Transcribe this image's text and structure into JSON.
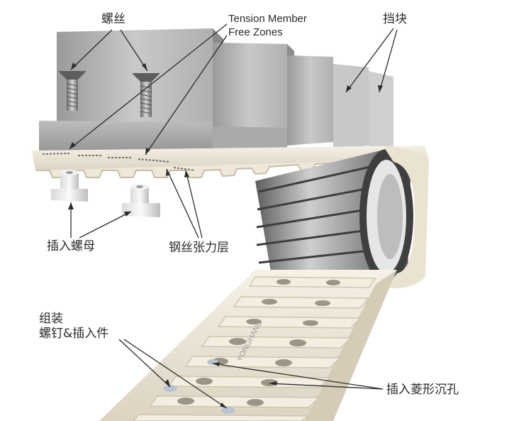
{
  "labels": {
    "screws": "螺丝",
    "tension_free_line1": "Tension Member",
    "tension_free_line2": "Free Zones",
    "flights": "挡块",
    "insert_nut": "插入螺母",
    "steel_cord_layer": "钢丝张力层",
    "assembly_line1": "组装",
    "assembly_line2": "螺钉&插入件",
    "diamond_counterbore": "插入菱形沉孔"
  },
  "watermark": "YONGHANG",
  "colors": {
    "background": "#ffffff",
    "belt_base": "#eee6d6",
    "flight_gray": "#c4c4c4",
    "metal_dark": "#707070",
    "annotation_line": "#2b2b2b"
  }
}
